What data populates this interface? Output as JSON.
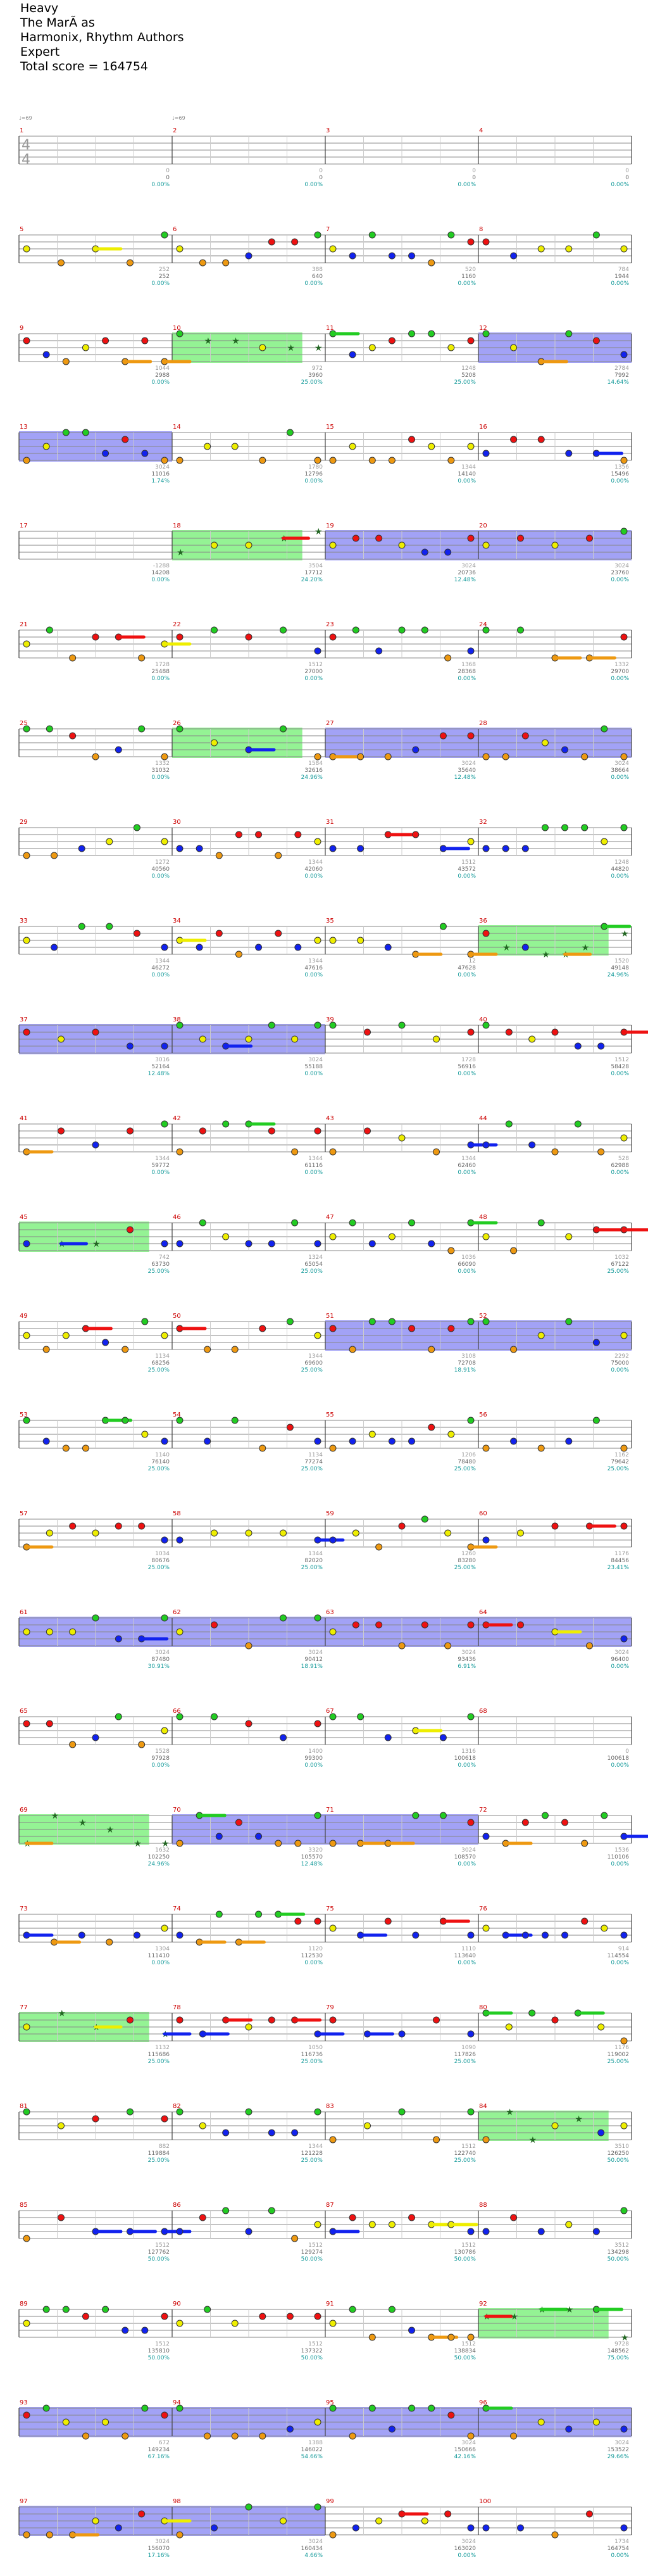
{
  "header": {
    "difficulty_label": "Heavy",
    "song_title": "The MarÃ  as",
    "artist_line": "Harmonix, Rhythm Authors",
    "level_label": "Expert",
    "total_score_text": "Total score = 164754"
  },
  "colors": {
    "green": "#22cc22",
    "red": "#ee1111",
    "yellow": "#eeee00",
    "blue": "#1122ee",
    "orange": "#ee9911",
    "overdrive_fill": "#66ee66",
    "solo_fill": "#5555ee",
    "measure_number": "#cc0000",
    "score_text": "#666666",
    "percent_text": "#119999"
  },
  "chart_data": {
    "type": "note-chart",
    "time_signature": [
      "4",
      "4"
    ],
    "tempo_markers": [
      "♩=69",
      "♩=69"
    ],
    "measures": [
      {
        "n": 1,
        "notes": 0,
        "score": 0,
        "pct": "0.00%"
      },
      {
        "n": 2,
        "notes": 0,
        "score": 0,
        "pct": "0.00%"
      },
      {
        "n": 3,
        "notes": 0,
        "score": 0,
        "pct": "0.00%"
      },
      {
        "n": 4,
        "notes": 0,
        "score": 0,
        "pct": "0.00%"
      },
      {
        "n": 5,
        "notes": 252,
        "score": 252,
        "pct": "0.00%"
      },
      {
        "n": 6,
        "notes": 388,
        "score": 640,
        "pct": "0.00%"
      },
      {
        "n": 7,
        "notes": 520,
        "score": 1160,
        "pct": "0.00%"
      },
      {
        "n": 8,
        "notes": 784,
        "score": 1944,
        "pct": "0.00%"
      },
      {
        "n": 9,
        "notes": 1044,
        "score": 2988,
        "pct": "0.00%"
      },
      {
        "n": 10,
        "notes": 972,
        "score": 3960,
        "pct": "25.00%"
      },
      {
        "n": 11,
        "notes": 1248,
        "score": 5208,
        "pct": "25.00%"
      },
      {
        "n": 12,
        "notes": 2784,
        "score": 7992,
        "pct": "14.64%"
      },
      {
        "n": 13,
        "notes": 3024,
        "score": 11016,
        "pct": "1.74%"
      },
      {
        "n": 14,
        "notes": 1780,
        "score": 12796,
        "pct": "0.00%"
      },
      {
        "n": 15,
        "notes": 1344,
        "score": 14140,
        "pct": "0.00%"
      },
      {
        "n": 16,
        "notes": 1356,
        "score": 15496,
        "pct": "0.00%"
      },
      {
        "n": 17,
        "notes": -1288,
        "score": 14208,
        "pct": "0.00%"
      },
      {
        "n": 18,
        "notes": 3504,
        "score": 17712,
        "pct": "24.20%"
      },
      {
        "n": 19,
        "notes": 3024,
        "score": 20736,
        "pct": "12.48%"
      },
      {
        "n": 20,
        "notes": 3024,
        "score": 23760,
        "pct": "0.00%"
      },
      {
        "n": 21,
        "notes": 1728,
        "score": 25488,
        "pct": "0.00%"
      },
      {
        "n": 22,
        "notes": 1512,
        "score": 27000,
        "pct": "0.00%"
      },
      {
        "n": 23,
        "notes": 1368,
        "score": 28368,
        "pct": "0.00%"
      },
      {
        "n": 24,
        "notes": 1332,
        "score": 29700,
        "pct": "0.00%"
      },
      {
        "n": 25,
        "notes": 1332,
        "score": 31032,
        "pct": "0.00%"
      },
      {
        "n": 26,
        "notes": 1584,
        "score": 32616,
        "pct": "24.96%"
      },
      {
        "n": 27,
        "notes": 3024,
        "score": 35640,
        "pct": "12.48%"
      },
      {
        "n": 28,
        "notes": 3024,
        "score": 38664,
        "pct": "0.00%"
      },
      {
        "n": 29,
        "notes": 1272,
        "score": 40560,
        "pct": "0.00%"
      },
      {
        "n": 30,
        "notes": 1344,
        "score": 42060,
        "pct": "0.00%"
      },
      {
        "n": 31,
        "notes": 1512,
        "score": 43572,
        "pct": "0.00%"
      },
      {
        "n": 32,
        "notes": 1248,
        "score": 44820,
        "pct": "0.00%"
      },
      {
        "n": 33,
        "notes": 1344,
        "score": 46272,
        "pct": "0.00%"
      },
      {
        "n": 34,
        "notes": 1344,
        "score": 47616,
        "pct": "0.00%"
      },
      {
        "n": 35,
        "notes": 12,
        "score": 47628,
        "pct": "0.00%"
      },
      {
        "n": 36,
        "notes": 1520,
        "score": 49148,
        "pct": "24.96%"
      },
      {
        "n": 37,
        "notes": 3016,
        "score": 52164,
        "pct": "12.48%"
      },
      {
        "n": 38,
        "notes": 3024,
        "score": 55188,
        "pct": "0.00%"
      },
      {
        "n": 39,
        "notes": 1728,
        "score": 56916,
        "pct": "0.00%"
      },
      {
        "n": 40,
        "notes": 1512,
        "score": 58428,
        "pct": "0.00%"
      },
      {
        "n": 41,
        "notes": 1344,
        "score": 59772,
        "pct": "0.00%"
      },
      {
        "n": 42,
        "notes": 1344,
        "score": 61116,
        "pct": "0.00%"
      },
      {
        "n": 43,
        "notes": 1344,
        "score": 62460,
        "pct": "0.00%"
      },
      {
        "n": 44,
        "notes": 528,
        "score": 62988,
        "pct": "0.00%"
      },
      {
        "n": 45,
        "notes": 742,
        "score": 63730,
        "pct": "25.00%"
      },
      {
        "n": 46,
        "notes": 1324,
        "score": 65054,
        "pct": "25.00%"
      },
      {
        "n": 47,
        "notes": 1036,
        "score": 66090,
        "pct": "0.00%"
      },
      {
        "n": 48,
        "notes": 1032,
        "score": 67122,
        "pct": "25.00%"
      },
      {
        "n": 49,
        "notes": 1134,
        "score": 68256,
        "pct": "25.00%"
      },
      {
        "n": 50,
        "notes": 1344,
        "score": 69600,
        "pct": "25.00%"
      },
      {
        "n": 51,
        "notes": 3108,
        "score": 72708,
        "pct": "18.91%"
      },
      {
        "n": 52,
        "notes": 2292,
        "score": 75000,
        "pct": "0.00%"
      },
      {
        "n": 53,
        "notes": 1140,
        "score": 76140,
        "pct": "25.00%"
      },
      {
        "n": 54,
        "notes": 1134,
        "score": 77274,
        "pct": "25.00%"
      },
      {
        "n": 55,
        "notes": 1206,
        "score": 78480,
        "pct": "25.00%"
      },
      {
        "n": 56,
        "notes": 1162,
        "score": 79642,
        "pct": "25.00%"
      },
      {
        "n": 57,
        "notes": 1034,
        "score": 80676,
        "pct": "25.00%"
      },
      {
        "n": 58,
        "notes": 1344,
        "score": 82020,
        "pct": "25.00%"
      },
      {
        "n": 59,
        "notes": 1260,
        "score": 83280,
        "pct": "25.00%"
      },
      {
        "n": 60,
        "notes": 1176,
        "score": 84456,
        "pct": "23.41%"
      },
      {
        "n": 61,
        "notes": 3024,
        "score": 87480,
        "pct": "30.91%"
      },
      {
        "n": 62,
        "notes": 3024,
        "score": 90412,
        "pct": "18.91%"
      },
      {
        "n": 63,
        "notes": 3024,
        "score": 93436,
        "pct": "6.91%"
      },
      {
        "n": 64,
        "notes": 3024,
        "score": 96400,
        "pct": "0.00%"
      },
      {
        "n": 65,
        "notes": 1528,
        "score": 97928,
        "pct": "0.00%"
      },
      {
        "n": 66,
        "notes": 1400,
        "score": 99300,
        "pct": "0.00%"
      },
      {
        "n": 67,
        "notes": 1316,
        "score": 100618,
        "pct": "0.00%"
      },
      {
        "n": 68,
        "notes": 0,
        "score": 100618,
        "pct": "0.00%"
      },
      {
        "n": 69,
        "notes": 1632,
        "score": 102250,
        "pct": "24.96%"
      },
      {
        "n": 70,
        "notes": 3320,
        "score": 105570,
        "pct": "12.48%"
      },
      {
        "n": 71,
        "notes": 3024,
        "score": 108570,
        "pct": "0.00%"
      },
      {
        "n": 72,
        "notes": 1536,
        "score": 110106,
        "pct": "0.00%"
      },
      {
        "n": 73,
        "notes": 1304,
        "score": 111410,
        "pct": "0.00%"
      },
      {
        "n": 74,
        "notes": 1120,
        "score": 112530,
        "pct": "0.00%"
      },
      {
        "n": 75,
        "notes": 1110,
        "score": 113640,
        "pct": "0.00%"
      },
      {
        "n": 76,
        "notes": 914,
        "score": 114554,
        "pct": "0.00%"
      },
      {
        "n": 77,
        "notes": 1132,
        "score": 115686,
        "pct": "25.00%"
      },
      {
        "n": 78,
        "notes": 1050,
        "score": 116736,
        "pct": "25.00%"
      },
      {
        "n": 79,
        "notes": 1090,
        "score": 117826,
        "pct": "25.00%"
      },
      {
        "n": 80,
        "notes": 1176,
        "score": 119002,
        "pct": "25.00%"
      },
      {
        "n": 81,
        "notes": 882,
        "score": 119884,
        "pct": "25.00%"
      },
      {
        "n": 82,
        "notes": 1344,
        "score": 121228,
        "pct": "25.00%"
      },
      {
        "n": 83,
        "notes": 1512,
        "score": 122740,
        "pct": "25.00%"
      },
      {
        "n": 84,
        "notes": 3510,
        "score": 126250,
        "pct": "50.00%"
      },
      {
        "n": 85,
        "notes": 1512,
        "score": 127762,
        "pct": "50.00%"
      },
      {
        "n": 86,
        "notes": 1512,
        "score": 129274,
        "pct": "50.00%"
      },
      {
        "n": 87,
        "notes": 1512,
        "score": 130786,
        "pct": "50.00%"
      },
      {
        "n": 88,
        "notes": 3512,
        "score": 134298,
        "pct": "50.00%"
      },
      {
        "n": 89,
        "notes": 1512,
        "score": 135810,
        "pct": "50.00%"
      },
      {
        "n": 90,
        "notes": 1512,
        "score": 137322,
        "pct": "50.00%"
      },
      {
        "n": 91,
        "notes": 1512,
        "score": 138834,
        "pct": "50.00%"
      },
      {
        "n": 92,
        "notes": 9728,
        "score": 148562,
        "pct": "75.00%"
      },
      {
        "n": 93,
        "notes": 672,
        "score": 149234,
        "pct": "67.16%"
      },
      {
        "n": 94,
        "notes": 1388,
        "score": 146022,
        "pct": "54.66%"
      },
      {
        "n": 95,
        "notes": 3024,
        "score": 150666,
        "pct": "42.16%"
      },
      {
        "n": 96,
        "notes": 3024,
        "score": 153522,
        "pct": "29.66%"
      },
      {
        "n": 97,
        "notes": 3024,
        "score": 156070,
        "pct": "17.16%"
      },
      {
        "n": 98,
        "notes": 3024,
        "score": 160434,
        "pct": "4.66%"
      },
      {
        "n": 99,
        "notes": 3024,
        "score": 163020,
        "pct": "0.00%"
      },
      {
        "n": 100,
        "notes": 1734,
        "score": 164754,
        "pct": "0.00%"
      }
    ]
  }
}
